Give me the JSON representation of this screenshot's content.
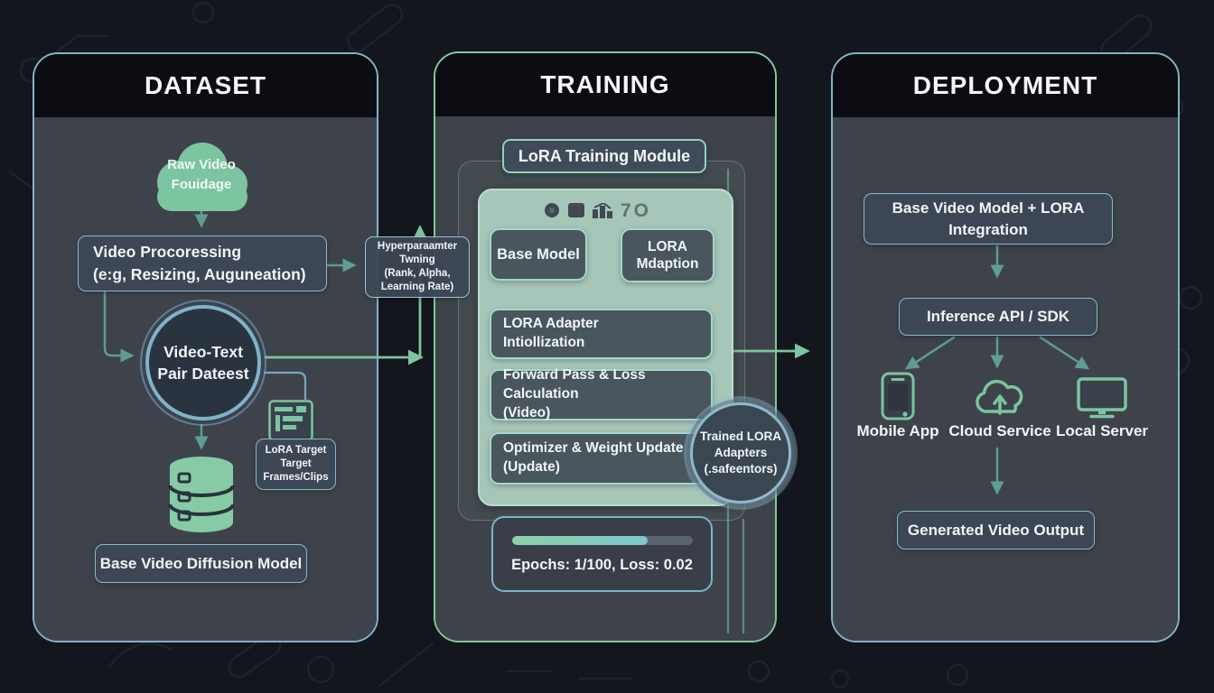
{
  "colors": {
    "background": "#14161d",
    "panel_header": "#0b0d12",
    "panel_body": "#3e434b",
    "blue_border": "#85b2c9",
    "green_border": "#83c79e",
    "accent_green": "#7cc5a0",
    "arrow_teal": "#5e9d94",
    "inner_panel": "#a6c6ba",
    "progress_start": "#8fd0a6",
    "progress_end": "#7cc9cf"
  },
  "dataset": {
    "title": "DATASET",
    "cloud": "Raw Video\nFouidage",
    "video_processing": "Video Procoressing\n(e:g, Resizing, Auguneation)",
    "pair_circle": "Video-Text\nPair Dateest",
    "lora_target": "LoRA Target\nTarget\nFrames/Clips",
    "base_model": "Base Video Diffusion Model"
  },
  "hyperparameter": {
    "label": "Hyperparaamter\nTwning\n(Rank, Alpha,\nLearning Rate)"
  },
  "training": {
    "title": "TRAINING",
    "module_title": "LoRA Training Module",
    "decor_glyphs": "7O",
    "base_model": "Base Model",
    "lora_adaption": "LORA\nMdaption",
    "steps": [
      "LORA Adapter\nIntiollization",
      "Forward Pass & Loss Calculation\n(Video)",
      "Optimizer & Weight Update\n(Update)"
    ],
    "trained_adapters": "Trained LORA\nAdapters\n(.safeentors)",
    "progress": {
      "label": "Epochs: 1/100, Loss: 0.02",
      "percent": 75
    }
  },
  "deployment": {
    "title": "DEPLOYMENT",
    "integration": "Base Video Model + LORA\nIntegration",
    "inference": "Inference API / SDK",
    "targets": [
      {
        "icon": "mobile-icon",
        "label": "Mobile App"
      },
      {
        "icon": "cloud-upload-icon",
        "label": "Cloud Service"
      },
      {
        "icon": "server-icon",
        "label": "Local Server"
      }
    ],
    "output": "Generated Video Output"
  }
}
